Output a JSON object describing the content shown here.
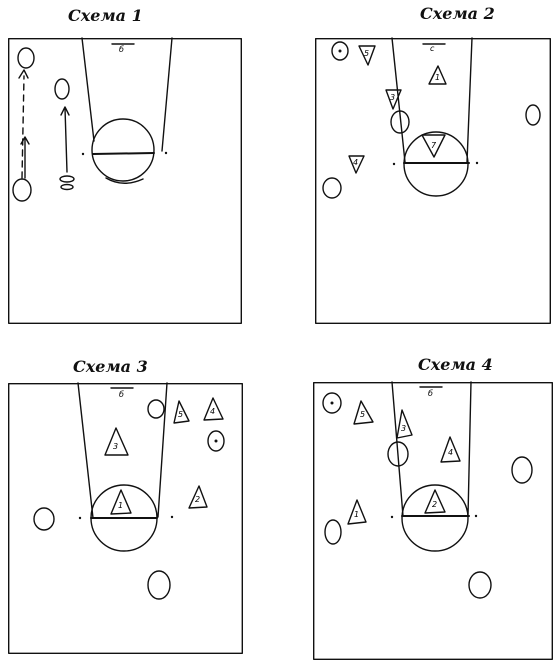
{
  "page": {
    "diagrams": [
      {
        "id": "d1",
        "title": "Схема 1",
        "basket_label": "б",
        "triangles": []
      },
      {
        "id": "d2",
        "title": "Схема 2",
        "basket_label": "с",
        "triangles": [
          {
            "label": "5",
            "dir": "down"
          },
          {
            "label": "1",
            "dir": "up"
          },
          {
            "label": "3",
            "dir": "down"
          },
          {
            "label": "7",
            "dir": "down"
          },
          {
            "label": "4",
            "dir": "down"
          }
        ]
      },
      {
        "id": "d3",
        "title": "Схема 3",
        "basket_label": "б",
        "triangles": [
          {
            "label": "5",
            "dir": "up"
          },
          {
            "label": "4",
            "dir": "up"
          },
          {
            "label": "3",
            "dir": "up"
          },
          {
            "label": "1",
            "dir": "up"
          },
          {
            "label": "2",
            "dir": "up"
          }
        ]
      },
      {
        "id": "d4",
        "title": "Схема 4",
        "basket_label": "б",
        "triangles": [
          {
            "label": "5",
            "dir": "up"
          },
          {
            "label": "3",
            "dir": "up"
          },
          {
            "label": "4",
            "dir": "up"
          },
          {
            "label": "1",
            "dir": "up"
          },
          {
            "label": "2",
            "dir": "up"
          }
        ]
      }
    ]
  }
}
